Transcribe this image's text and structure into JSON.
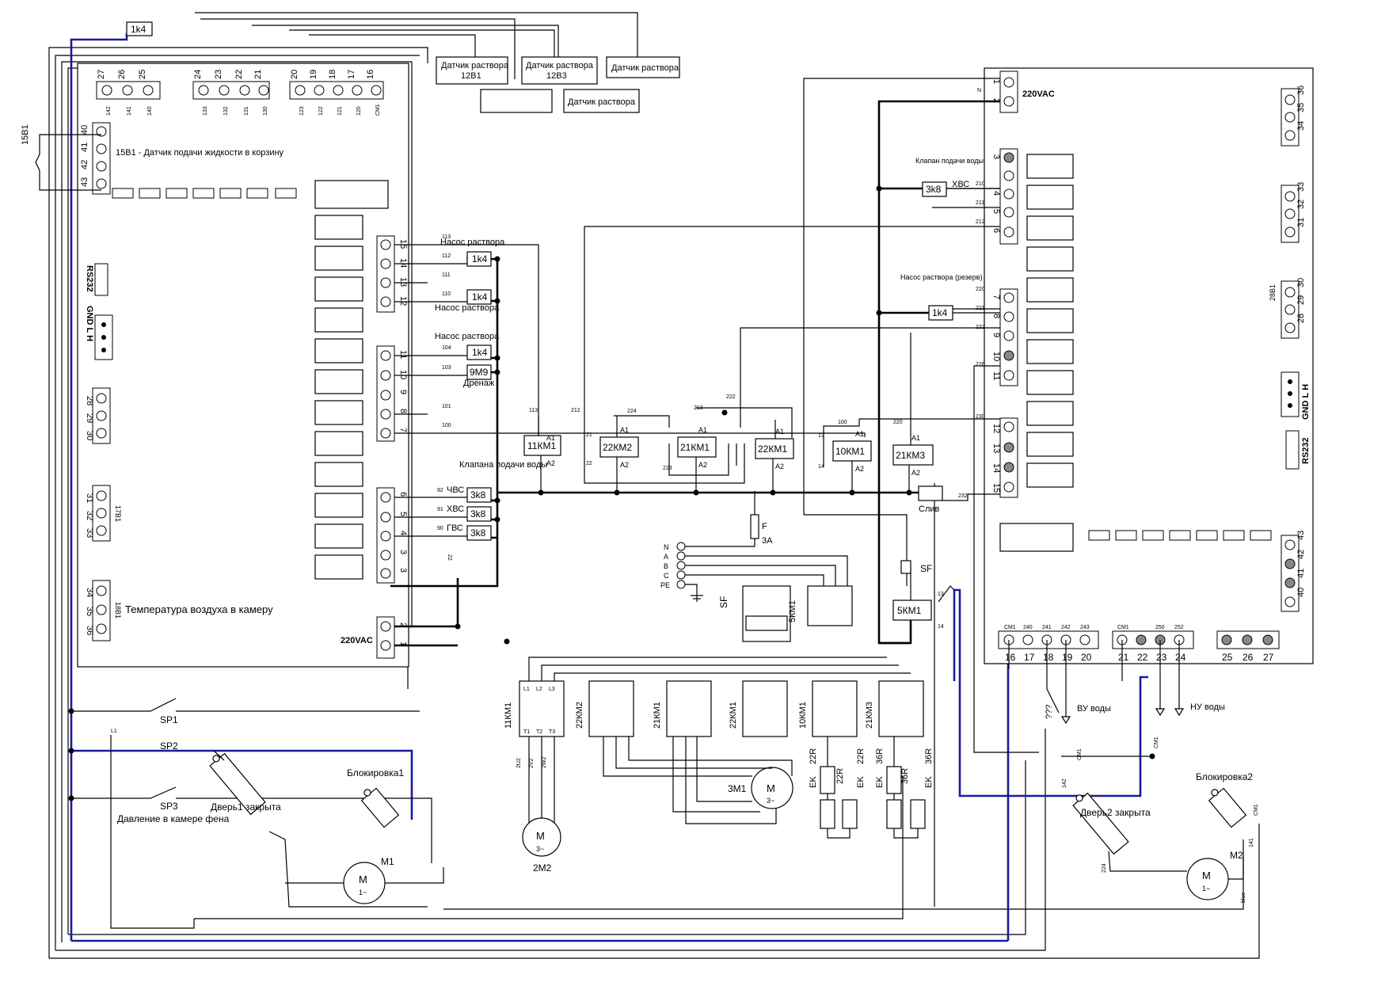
{
  "sensors": {
    "s1": "Датчик раствора",
    "s1b": "12В1",
    "s2": "Датчик раствора",
    "s2b": "12В3",
    "s3": "Датчик раствора",
    "s4": "Датчик раствора"
  },
  "left_board": {
    "top_nums": [
      "27",
      "26",
      "25",
      "24",
      "23",
      "22",
      "21",
      "20",
      "19",
      "18",
      "17",
      "16"
    ],
    "top_small": [
      "142",
      "141",
      "140",
      "133",
      "132",
      "131",
      "130",
      "123",
      "122",
      "121",
      "120",
      "СМ1"
    ],
    "r40_43": [
      "40",
      "41",
      "42",
      "43"
    ],
    "label_15b1": "15В1",
    "label_15b1_desc": "15В1 - Датчик подачи жидкости в корзину",
    "rs232": "RS232",
    "gnd_lh": "GND  L  H",
    "g28": [
      "28",
      "29",
      "30"
    ],
    "g31": [
      "31",
      "32",
      "33"
    ],
    "tag_17b1": "17В1",
    "g34": [
      "34",
      "35",
      "36"
    ],
    "tag_18b1": "18В1",
    "air_temp": "Температура воздуха в камеру",
    "ac_label": "220VAC",
    "ac_nums": [
      "2",
      "1"
    ],
    "n15_12": [
      "15",
      "14",
      "13",
      "12"
    ],
    "n11_7": [
      "11",
      "10",
      "9",
      "8",
      "7"
    ],
    "n6_3": [
      "6",
      "5",
      "4",
      "3",
      "3"
    ],
    "wires_a": [
      "113",
      "112",
      "111",
      "110"
    ],
    "wires_b": [
      "104",
      "103",
      "101",
      "100"
    ],
    "wires_c": [
      "92",
      "91",
      "90"
    ],
    "pump1": "Насос раствора",
    "pump2": "Насос раствора",
    "pump3": "Насос раствора",
    "drain": "Дренаж",
    "valve": "Клапана подачи воды",
    "chvs": "ЧВС",
    "hvs": "ХВС",
    "gvs": "ГВС",
    "k1": "1k4",
    "k2": "1k4",
    "k3": "1k4",
    "m9": "9М9",
    "v1": "3k8",
    "v2": "3k8",
    "v3": "3k8",
    "top_k": "1k4",
    "w22": "22"
  },
  "right_board": {
    "ac_label": "220VAC",
    "n_label": "N",
    "n1_2": [
      "1",
      "2"
    ],
    "n3_6": [
      "3",
      "4",
      "5",
      "6"
    ],
    "n7_11": [
      "7",
      "8",
      "9",
      "10",
      "11"
    ],
    "n12_15": [
      "12",
      "13",
      "14",
      "15"
    ],
    "w_210": "210",
    "w_211": "211",
    "w_212": "212",
    "w_220": "220",
    "w_221": "221",
    "w_222": "222",
    "w_226": "226",
    "w_230": "230",
    "w_232": "232",
    "valve_lbl": "Клапан подачи воды",
    "hvs": "ХВС",
    "v_3k8": "3k8",
    "pump_res": "Насос раствора (резерв)",
    "p_1k4": "1k4",
    "r36": [
      "36",
      "35",
      "34"
    ],
    "r33": [
      "33",
      "32",
      "31"
    ],
    "r30": [
      "30",
      "29",
      "28"
    ],
    "tag_28b1": "28В1",
    "gnd_lh": "GND  L  H",
    "rs232": "RS232",
    "r43": [
      "43",
      "42",
      "41",
      "40"
    ],
    "bottom_a": [
      "16",
      "17",
      "18",
      "19",
      "20"
    ],
    "bottom_a_small": [
      "СМ1",
      "240",
      "241",
      "242",
      "243"
    ],
    "bottom_b": [
      "21",
      "22",
      "23",
      "24"
    ],
    "bottom_b_small": [
      "СМ1",
      "250",
      "252"
    ],
    "bottom_c": [
      "25",
      "26",
      "27"
    ],
    "vu": "ВУ воды",
    "nu": "НУ воды",
    "qqq": "???",
    "drain": "Слив"
  },
  "relays": {
    "r11km1": "11КМ1",
    "r22km2": "22КМ2",
    "r21km1": "21КМ1",
    "r22km1": "22КМ1",
    "r10km1": "10КМ1",
    "r21km3": "21КМ3",
    "r5km1": "5КМ1",
    "a1": "A1",
    "a2": "A2",
    "w212": "212",
    "w224": "224",
    "w213": "213",
    "w222": "222",
    "w113": "113",
    "w100": "100",
    "w220": "220",
    "w21": "21",
    "w22": "22",
    "w223": "223",
    "w13": "13",
    "w14": "14"
  },
  "power": {
    "phases": [
      "N",
      "A",
      "B",
      "C",
      "PE"
    ],
    "fuse": "F",
    "fuse_rating": "3А",
    "sf": "SF",
    "sf2": "SF",
    "l_terms": [
      "L1",
      "L2",
      "L3"
    ],
    "t_terms": [
      "T1",
      "T2",
      "T3"
    ],
    "c_5km1": "5КМ1",
    "contactors": [
      "11КМ1",
      "22КМ2",
      "21КМ1",
      "22КМ1",
      "10КМ1",
      "21КМ3"
    ],
    "cable_2m2": [
      "2U2",
      "2V2",
      "2W2"
    ],
    "motor_3m1": "3М1",
    "motor_2m2": "2М2",
    "m_sym": "M",
    "three_ph": "3~",
    "heat_22": [
      "EK",
      "22R",
      "22R",
      "EK",
      "22R"
    ],
    "heat_36": [
      "EK",
      "36R",
      "36R",
      "EK",
      "36R"
    ]
  },
  "switches": {
    "sp1": "SP1",
    "sp2": "SP2",
    "sp3": "SP3",
    "l1": "L1",
    "pressure": "Давление в камере фена",
    "door1": "Дверь1 закрыта",
    "lock1": "Блокировка1",
    "m1": "М1",
    "door2": "Дверь2 закрыта",
    "lock2": "Блокировка2",
    "m2": "М2",
    "m_sym": "M",
    "one_ph": "1~",
    "w142": "142",
    "w141": "141",
    "w224": "224",
    "blue": "blue",
    "cm1a": "СМ1",
    "cm1b": "СМ1",
    "cm1c": "СМ1"
  }
}
